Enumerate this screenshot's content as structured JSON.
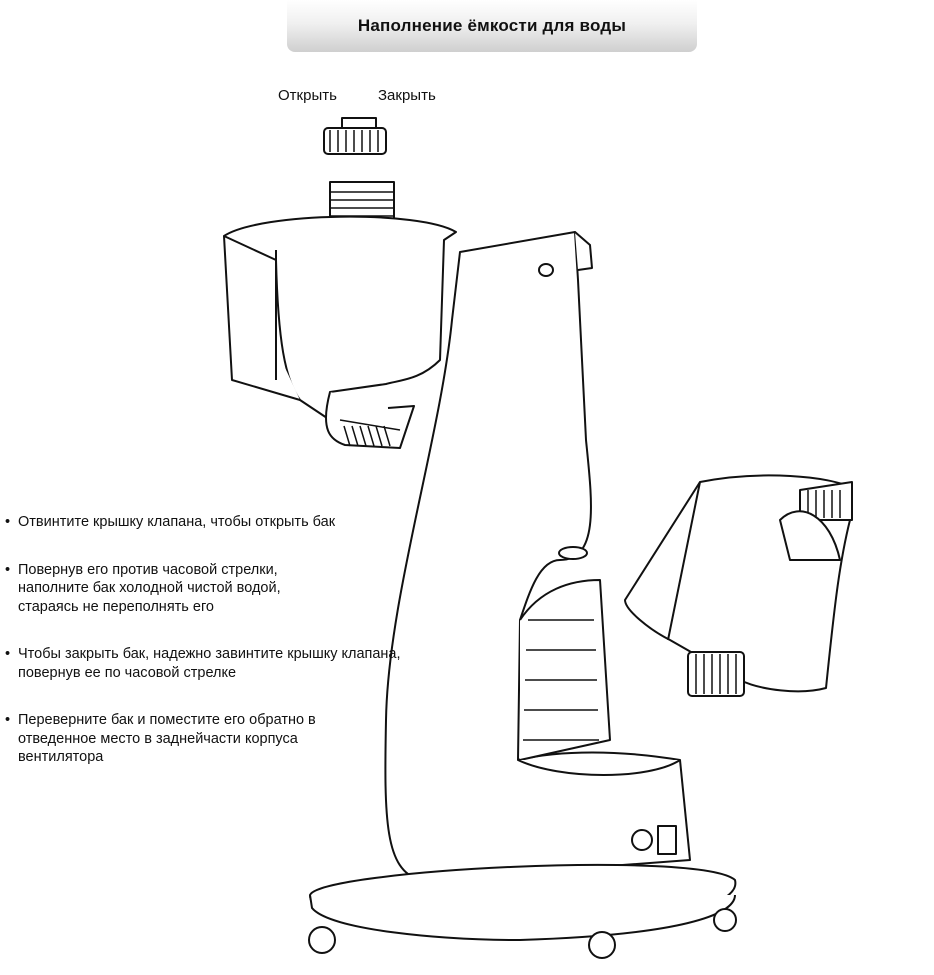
{
  "title": "Наполнение ёмкости для воды",
  "labels": {
    "open": "Открыть",
    "close": "Закрыть"
  },
  "instructions": [
    "Отвинтите крышку клапана, чтобы открыть бак",
    "Повернув его против часовой стрелки, наполните бак холодной чистой водой, стараясь не переполнять его",
    "Чтобы закрыть бак, надежно завинтите крышку клапана, повернув ее по часовой стрелке",
    "Переверните бак и поместите его обратно в отведенное место в заднейчасти корпуса вентилятора"
  ]
}
